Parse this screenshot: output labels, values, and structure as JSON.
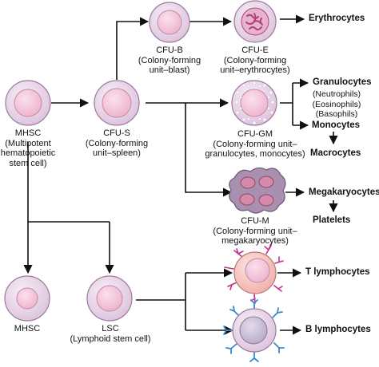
{
  "colors": {
    "cell_fill": "#ead8ea",
    "cell_stroke": "#9a7a9a",
    "nucleus_fill": "#f6c6dc",
    "nucleus_stroke": "#c48aa5",
    "granule_nucleus": "#b4407a",
    "megakaryocyte_fill": "#a98fb0",
    "megakaryocyte_nucleus": "#d48aa8",
    "t_receptor": "#c43090",
    "b_receptor": "#3a8acb",
    "t_cell_fill": "#f9c9c4",
    "b_cell_nucleus": "#c8c0cf",
    "arrow": "#111111"
  },
  "icons": {
    "stem_cell": "round-cell-icon",
    "blast": "round-cell-icon",
    "erythroid": "granular-nucleus-cell-icon",
    "granulocyte_monocyte": "granulated-cell-icon",
    "megakaryocyte": "multilobed-cell-icon",
    "t_cell": "t-cell-receptor-icon",
    "b_cell": "b-cell-receptor-icon"
  },
  "labels": {
    "cfub": [
      "CFU-B",
      "(Colony-forming",
      "unit–blast)"
    ],
    "cfue": [
      "CFU-E",
      "(Colony-forming",
      "unit–erythrocytes)"
    ],
    "erythrocytes": "Erythrocytes",
    "mhsc_top": [
      "MHSC",
      "(Multipotent",
      "hematopoietic",
      "stem cell)"
    ],
    "cfus": [
      "CFU-S",
      "(Colony-forming",
      "unit–spleen)"
    ],
    "cfugm": [
      "CFU-GM",
      "(Colony-forming unit–",
      "granulocytes, monocytes)"
    ],
    "granulocytes": "Granulocytes",
    "granulocyte_types": [
      "(Neutrophils)",
      "(Eosinophils)",
      "(Basophils)"
    ],
    "monocytes": "Monocytes",
    "macrocytes": "Macrocytes",
    "megakaryocytes": "Megakaryocytes",
    "platelets": "Platelets",
    "cfum": [
      "CFU-M",
      "(Colony-forming unit–",
      "megakaryocytes)"
    ],
    "mhsc_bottom": "MHSC",
    "lsc": [
      "LSC",
      "(Lymphoid stem cell)"
    ],
    "t_lymphocytes": "T lymphocytes",
    "b_lymphocytes": "B lymphocytes"
  }
}
